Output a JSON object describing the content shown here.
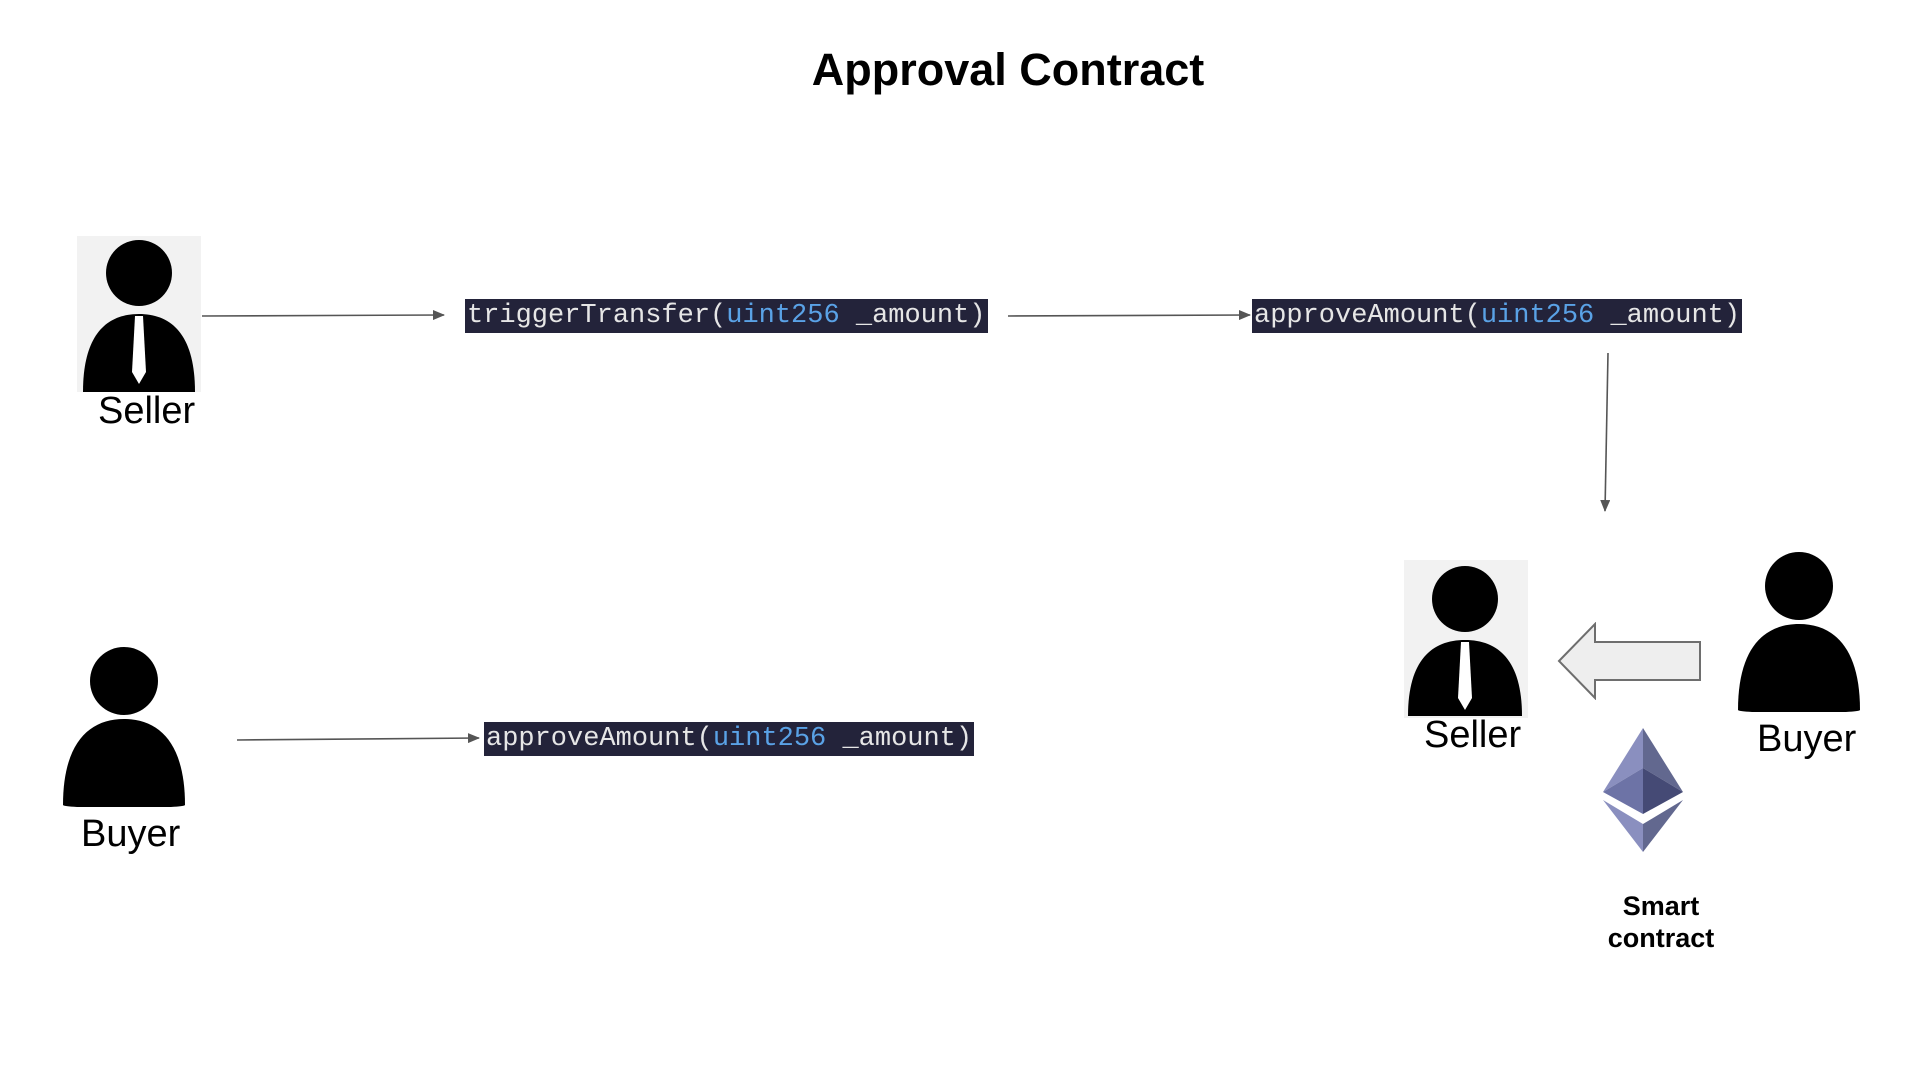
{
  "title": "Approval Contract",
  "flow_top": {
    "actor_label": "Seller",
    "call_1": {
      "fn": "triggerTransfer(",
      "type": "uint256",
      "arg": " _amount)"
    },
    "call_2": {
      "fn": "approveAmount(",
      "type": "uint256",
      "arg": " _amount)"
    }
  },
  "flow_bottom": {
    "actor_label": "Buyer",
    "call": {
      "fn": "approveAmount(",
      "type": "uint256",
      "arg": " _amount)"
    }
  },
  "result": {
    "seller_label": "Seller",
    "buyer_label": "Buyer",
    "contract_label_1": "Smart",
    "contract_label_2": "contract"
  },
  "icons": [
    "businessman-icon",
    "person-icon",
    "ethereum-icon",
    "left-block-arrow-icon"
  ],
  "colors": {
    "code_bg": "#23233a",
    "code_text": "#e6e6e6",
    "code_type": "#5aa2e6",
    "arrow": "#555555"
  }
}
